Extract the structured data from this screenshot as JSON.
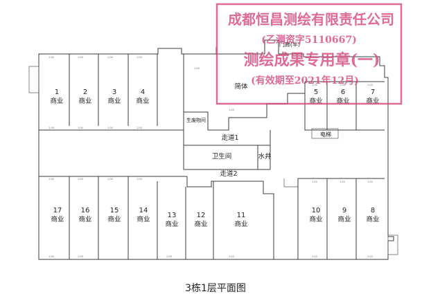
{
  "title": "3栋1层平面图",
  "gate_label": "门廊(半)",
  "corridor_upper": "走道1",
  "corridor_lower": "走道2",
  "stair_label": "简体",
  "small_room": "生废物间",
  "toilet": "卫生间",
  "well": "水井",
  "elevator": "电梯",
  "units": [
    {
      "no": "1",
      "use": "商业"
    },
    {
      "no": "2",
      "use": "商业"
    },
    {
      "no": "3",
      "use": "商业"
    },
    {
      "no": "4",
      "use": "商业"
    },
    {
      "no": "5",
      "use": "商业"
    },
    {
      "no": "6",
      "use": "商业"
    },
    {
      "no": "7",
      "use": "商业"
    },
    {
      "no": "8",
      "use": "商业"
    },
    {
      "no": "9",
      "use": "商业"
    },
    {
      "no": "10",
      "use": "商业"
    },
    {
      "no": "11",
      "use": "商业"
    },
    {
      "no": "12",
      "use": "商业"
    },
    {
      "no": "13",
      "use": "商业"
    },
    {
      "no": "14",
      "use": "商业"
    },
    {
      "no": "15",
      "use": "商业"
    },
    {
      "no": "16",
      "use": "商业"
    },
    {
      "no": "17",
      "use": "商业"
    }
  ],
  "stamp": {
    "line1": "成都恒昌测绘有限责任公司",
    "line2": "(乙测资字5110667)",
    "line3": "测绘成果专用章(一)",
    "line4": "(有效期至2021年12月)",
    "color": "#d6457a"
  },
  "colors": {
    "line": "#3a3a3a",
    "text": "#222222"
  }
}
